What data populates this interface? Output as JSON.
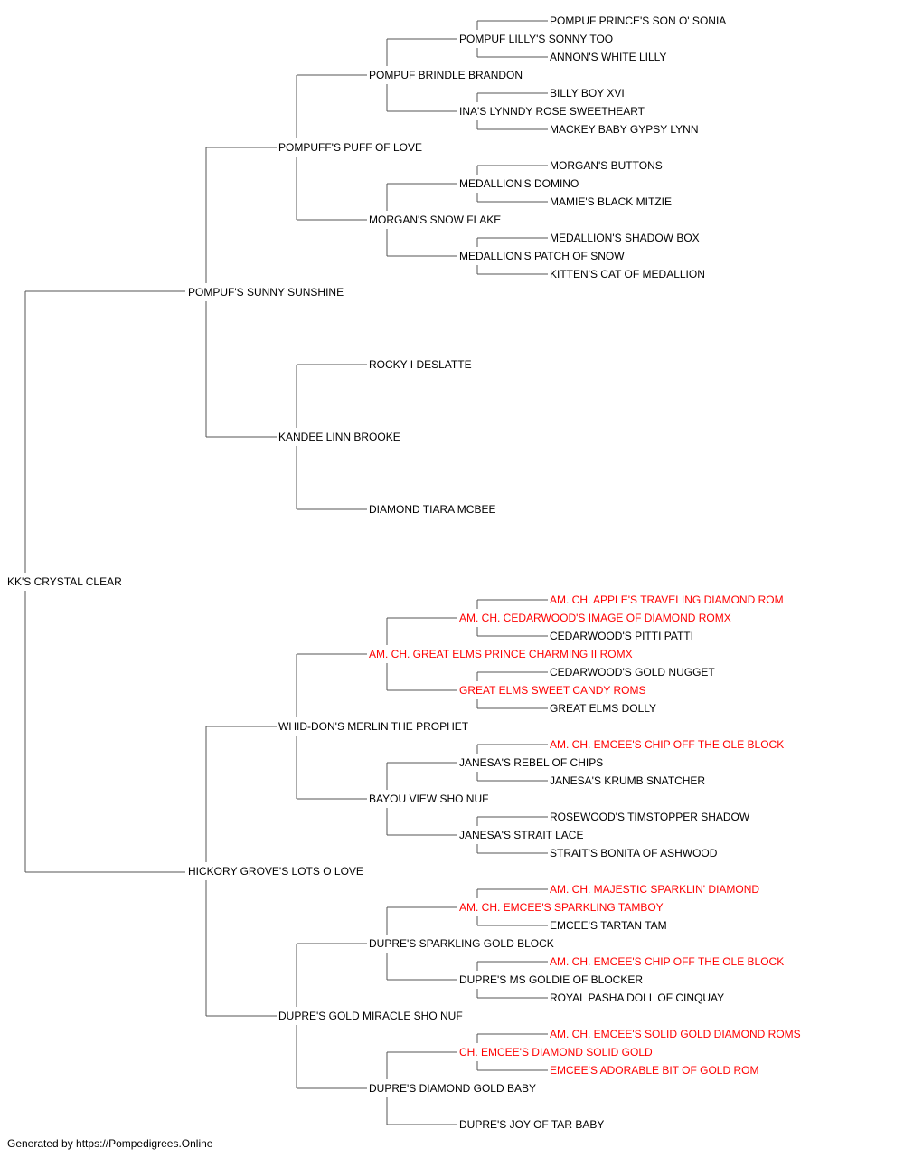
{
  "colors": {
    "line": "#555555",
    "text": "#000000",
    "champion": "#ff0000"
  },
  "pedigree": {
    "name": "KK'S CRYSTAL CLEAR",
    "red": false,
    "sire": {
      "name": "POMPUF'S SUNNY SUNSHINE",
      "red": false,
      "sire": {
        "name": "POMPUFF'S PUFF OF LOVE",
        "red": false,
        "sire": {
          "name": "POMPUF BRINDLE BRANDON",
          "red": false,
          "sire": {
            "name": "POMPUF LILLY'S SONNY TOO",
            "red": false,
            "sire": {
              "name": "POMPUF PRINCE'S SON O' SONIA",
              "red": false
            },
            "dam": {
              "name": "ANNON'S WHITE LILLY",
              "red": false
            }
          },
          "dam": {
            "name": "INA'S LYNNDY ROSE SWEETHEART",
            "red": false,
            "sire": {
              "name": "BILLY BOY XVI",
              "red": false
            },
            "dam": {
              "name": "MACKEY BABY GYPSY LYNN",
              "red": false
            }
          }
        },
        "dam": {
          "name": "MORGAN'S SNOW FLAKE",
          "red": false,
          "sire": {
            "name": "MEDALLION'S DOMINO",
            "red": false,
            "sire": {
              "name": "MORGAN'S BUTTONS",
              "red": false
            },
            "dam": {
              "name": "MAMIE'S BLACK MITZIE",
              "red": false
            }
          },
          "dam": {
            "name": "MEDALLION'S PATCH OF SNOW",
            "red": false,
            "sire": {
              "name": "MEDALLION'S SHADOW BOX",
              "red": false
            },
            "dam": {
              "name": "KITTEN'S CAT OF MEDALLION",
              "red": false
            }
          }
        }
      },
      "dam": {
        "name": "KANDEE LINN BROOKE",
        "red": false,
        "sire": {
          "name": "ROCKY I DESLATTE",
          "red": false
        },
        "dam": {
          "name": "DIAMOND TIARA MCBEE",
          "red": false
        }
      }
    },
    "dam": {
      "name": "HICKORY GROVE'S LOTS O LOVE",
      "red": false,
      "sire": {
        "name": "WHID-DON'S MERLIN THE PROPHET",
        "red": false,
        "sire": {
          "name": "AM. CH. GREAT ELMS PRINCE CHARMING II ROMX",
          "red": true,
          "sire": {
            "name": "AM. CH. CEDARWOOD'S IMAGE OF DIAMOND ROMX",
            "red": true,
            "sire": {
              "name": "AM. CH. APPLE'S TRAVELING DIAMOND ROM",
              "red": true
            },
            "dam": {
              "name": "CEDARWOOD'S PITTI PATTI",
              "red": false
            }
          },
          "dam": {
            "name": "GREAT ELMS SWEET CANDY ROMS",
            "red": true,
            "sire": {
              "name": "CEDARWOOD'S GOLD NUGGET",
              "red": false
            },
            "dam": {
              "name": "GREAT ELMS DOLLY",
              "red": false
            }
          }
        },
        "dam": {
          "name": "BAYOU VIEW SHO NUF",
          "red": false,
          "sire": {
            "name": "JANESA'S REBEL OF CHIPS",
            "red": false,
            "sire": {
              "name": "AM. CH. EMCEE'S CHIP OFF THE OLE BLOCK",
              "red": true
            },
            "dam": {
              "name": "JANESA'S KRUMB SNATCHER",
              "red": false
            }
          },
          "dam": {
            "name": "JANESA'S STRAIT LACE",
            "red": false,
            "sire": {
              "name": "ROSEWOOD'S TIMSTOPPER SHADOW",
              "red": false
            },
            "dam": {
              "name": "STRAIT'S BONITA OF ASHWOOD",
              "red": false
            }
          }
        }
      },
      "dam": {
        "name": "DUPRE'S GOLD MIRACLE SHO NUF",
        "red": false,
        "sire": {
          "name": "DUPRE'S SPARKLING GOLD BLOCK",
          "red": false,
          "sire": {
            "name": "AM. CH. EMCEE'S SPARKLING TAMBOY",
            "red": true,
            "sire": {
              "name": "AM. CH. MAJESTIC SPARKLIN' DIAMOND",
              "red": true
            },
            "dam": {
              "name": "EMCEE'S TARTAN TAM",
              "red": false
            }
          },
          "dam": {
            "name": "DUPRE'S MS GOLDIE OF BLOCKER",
            "red": false,
            "sire": {
              "name": "AM. CH. EMCEE'S CHIP OFF THE OLE BLOCK",
              "red": true
            },
            "dam": {
              "name": "ROYAL PASHA DOLL OF CINQUAY",
              "red": false
            }
          }
        },
        "dam": {
          "name": "DUPRE'S DIAMOND GOLD BABY",
          "red": false,
          "sire": {
            "name": "CH. EMCEE'S DIAMOND SOLID GOLD",
            "red": true,
            "sire": {
              "name": "AM. CH. EMCEE'S SOLID GOLD DIAMOND ROMS",
              "red": true
            },
            "dam": {
              "name": "EMCEE'S ADORABLE BIT OF GOLD ROM",
              "red": true
            }
          },
          "dam": {
            "name": "DUPRE'S JOY OF TAR BABY",
            "red": false
          }
        }
      }
    }
  },
  "footer": "Generated by https://Pompedigrees.Online"
}
